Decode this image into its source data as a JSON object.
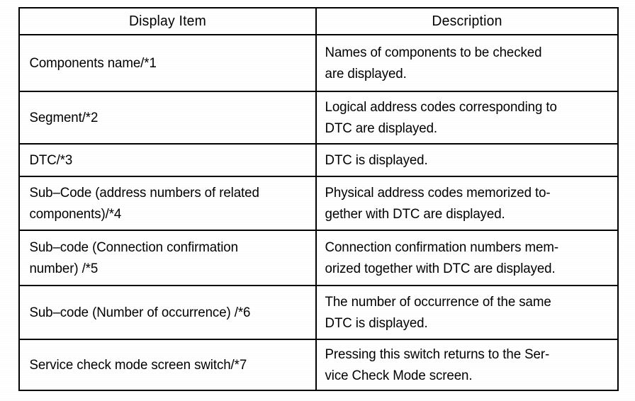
{
  "table": {
    "columns": [
      {
        "key": "display_item",
        "header": "Display Item"
      },
      {
        "key": "description",
        "header": "Description"
      }
    ],
    "rows": [
      {
        "item_lines": [
          "Components name/*1"
        ],
        "desc_lines": [
          "Names of components to be checked",
          "are displayed."
        ]
      },
      {
        "item_lines": [
          "Segment/*2"
        ],
        "desc_lines": [
          "Logical address codes corresponding to",
          "DTC are displayed."
        ]
      },
      {
        "item_lines": [
          "DTC/*3"
        ],
        "desc_lines": [
          "DTC is displayed."
        ]
      },
      {
        "item_lines": [
          "Sub–Code (address numbers of related",
          "components)/*4"
        ],
        "desc_lines": [
          "Physical address codes memorized to-",
          "gether with DTC are displayed."
        ]
      },
      {
        "item_lines": [
          "Sub–code (Connection confirmation",
          "number) /*5"
        ],
        "desc_lines": [
          "Connection confirmation numbers mem-",
          "orized together with DTC are displayed."
        ]
      },
      {
        "item_lines": [
          "Sub–code (Number of occurrence) /*6"
        ],
        "desc_lines": [
          "The number of occurrence of the same",
          "DTC is displayed."
        ]
      },
      {
        "item_lines": [
          "Service check mode screen switch/*7"
        ],
        "desc_lines": [
          "Pressing this switch returns to the Ser-",
          "vice Check Mode screen."
        ]
      }
    ]
  },
  "colors": {
    "ink": "#000000",
    "paper": "#ffffff"
  }
}
